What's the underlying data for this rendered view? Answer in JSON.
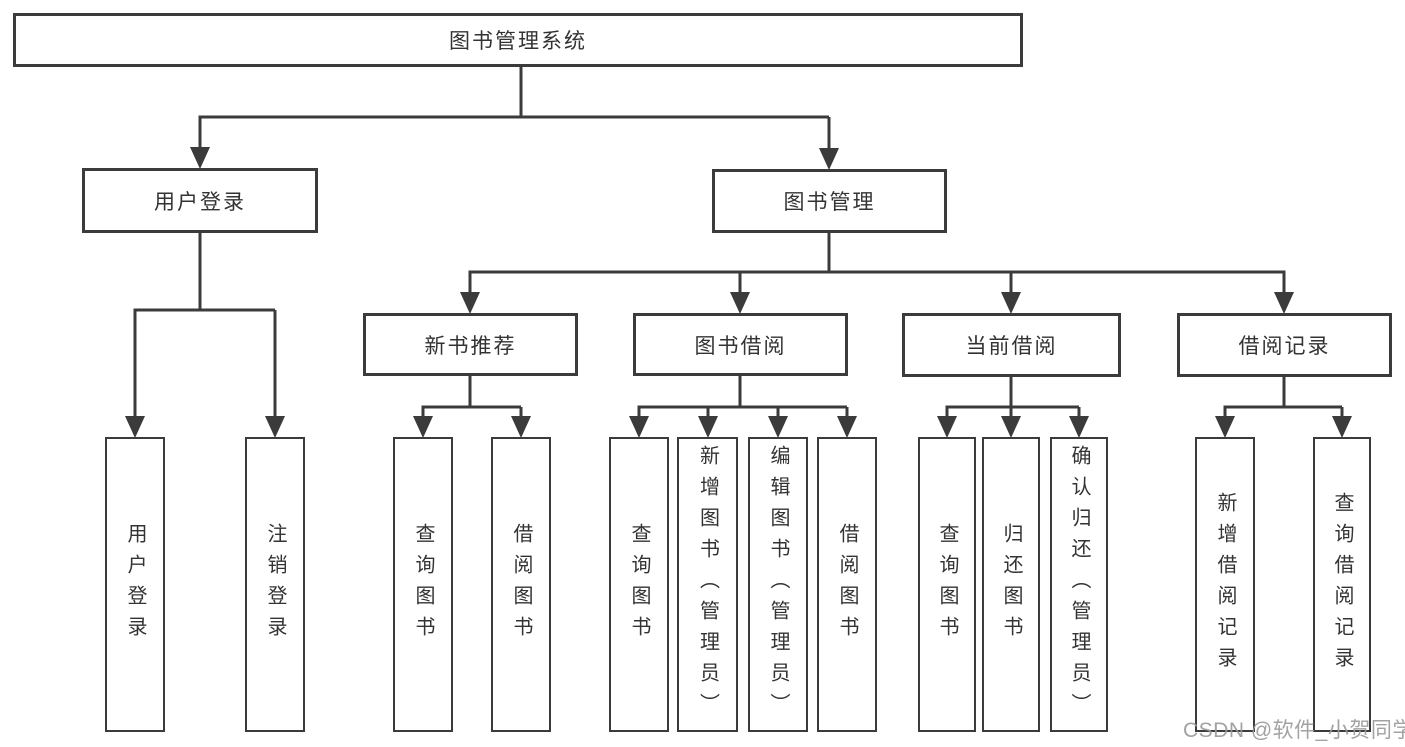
{
  "diagram": {
    "type": "hierarchy",
    "title": "图书管理系统",
    "root": {
      "label": "图书管理系统"
    },
    "branches": [
      {
        "label": "用户登录",
        "children": [
          {
            "label": "用户登录"
          },
          {
            "label": "注销登录"
          }
        ]
      },
      {
        "label": "图书管理",
        "children": [
          {
            "label": "新书推荐",
            "children": [
              {
                "label": "查询图书"
              },
              {
                "label": "借阅图书"
              }
            ]
          },
          {
            "label": "图书借阅",
            "children": [
              {
                "label": "查询图书"
              },
              {
                "label": "新增图书（管理员）"
              },
              {
                "label": "编辑图书（管理员）"
              },
              {
                "label": "借阅图书"
              }
            ]
          },
          {
            "label": "当前借阅",
            "children": [
              {
                "label": "查询图书"
              },
              {
                "label": "归还图书"
              },
              {
                "label": "确认归还（管理员）"
              }
            ]
          },
          {
            "label": "借阅记录",
            "children": [
              {
                "label": "新增借阅记录"
              },
              {
                "label": "查询借阅记录"
              }
            ]
          }
        ]
      }
    ],
    "colors": {
      "line": "#3b3b3b",
      "box_border": "#3b3b3b",
      "text": "#333333",
      "background": "#ffffff",
      "watermark": "#9a9a9a"
    }
  },
  "watermark": {
    "text": "CSDN @软件_小贺同学"
  }
}
